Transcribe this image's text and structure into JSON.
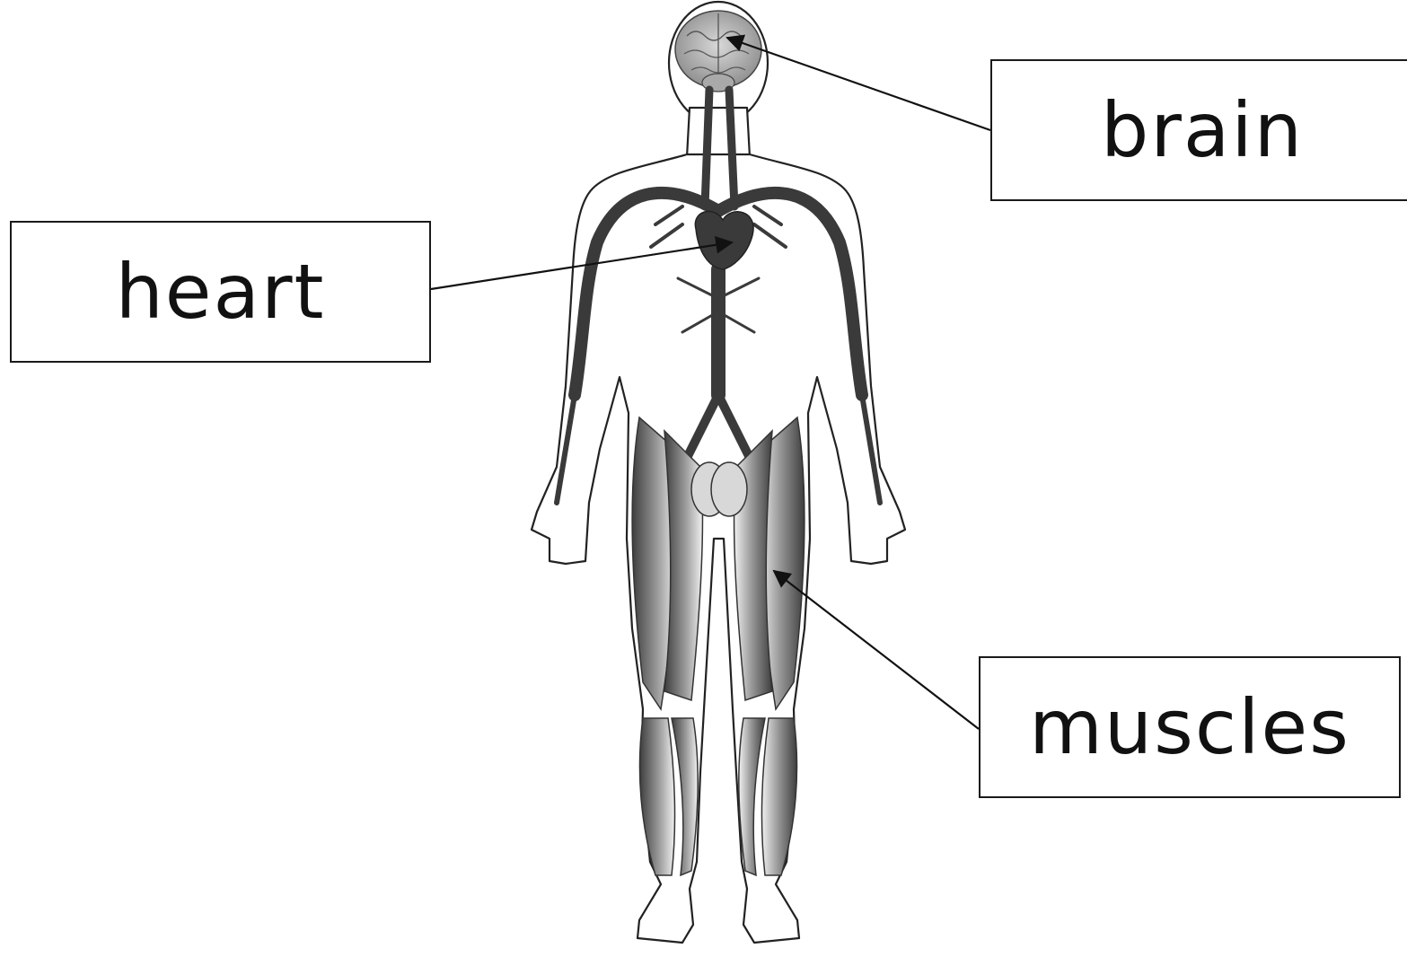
{
  "labels": {
    "heart": "heart",
    "brain": "brain",
    "muscles": "muscles"
  },
  "colors": {
    "outline": "#1a1a1a",
    "vessel": "#3a3a3a",
    "muscle_dark": "#4a4a4a",
    "muscle_light": "#e8e8e8",
    "brain": "#b8b8b8"
  }
}
